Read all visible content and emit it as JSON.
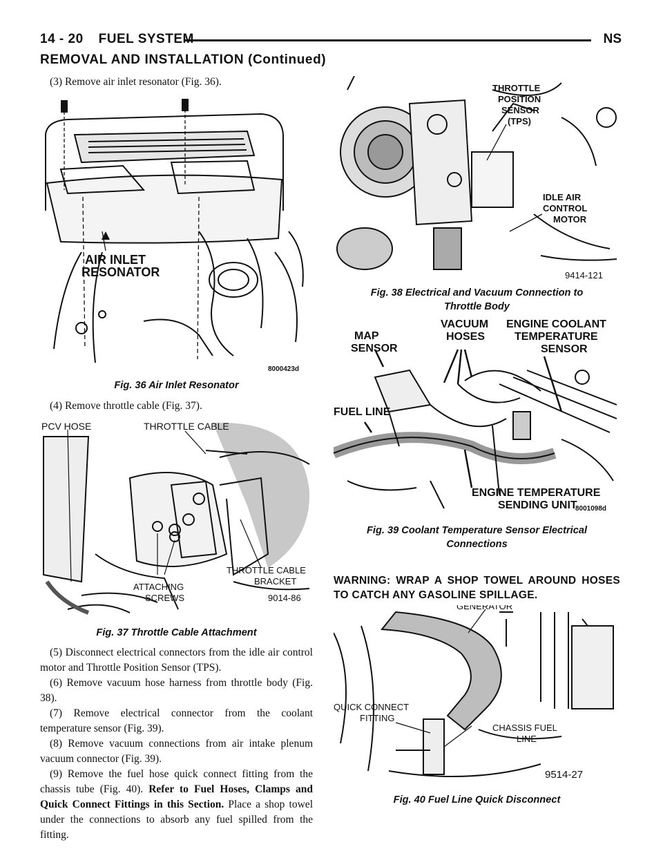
{
  "header": {
    "page": "14 - 20",
    "section": "FUEL SYSTEM",
    "code": "NS"
  },
  "continued_title": "REMOVAL AND INSTALLATION (Continued)",
  "steps": {
    "s3": "(3) Remove air inlet resonator (Fig. 36).",
    "s4": "(4) Remove throttle cable (Fig. 37).",
    "s5": "(5) Disconnect electrical connectors from the idle air control motor and Throttle Position Sensor (TPS).",
    "s6": "(6) Remove vacuum hose harness from throttle body (Fig. 38).",
    "s7": "(7) Remove electrical connector from the coolant temperature sensor (Fig. 39).",
    "s8": "(8) Remove vacuum connections from air intake plenum vacuum connector (Fig. 39).",
    "s9_a": "(9) Remove the fuel hose quick connect fitting from the chassis tube (Fig. 40).",
    "s9_b": "Refer to Fuel Hoses, Clamps and Quick Connect Fittings in this Section.",
    "s9_c": "Place a shop towel under the connections to absorb any fuel spilled from the fitting."
  },
  "warning": "WARNING: WRAP A SHOP TOWEL AROUND HOSES TO CATCH ANY GASOLINE SPILLAGE.",
  "figures": {
    "fig36": {
      "caption": "Fig. 36 Air Inlet Resonator",
      "labels": {
        "a": "AIR INLET",
        "b": "RESONATOR"
      },
      "code": "8000423d"
    },
    "fig37": {
      "caption": "Fig. 37 Throttle Cable Attachment",
      "labels": {
        "pcv": "PCV HOSE",
        "cable": "THROTTLE CABLE",
        "bracket_a": "THROTTLE CABLE",
        "bracket_b": "BRACKET",
        "screws_a": "ATTACHING",
        "screws_b": "SCREWS"
      },
      "code": "9014-86"
    },
    "fig38": {
      "caption_a": "Fig. 38 Electrical and Vacuum Connection to",
      "caption_b": "Throttle Body",
      "labels": {
        "tps_a": "THROTTLE",
        "tps_b": "POSITION",
        "tps_c": "SENSOR",
        "tps_d": "(TPS)",
        "iac_a": "IDLE AIR",
        "iac_b": "CONTROL",
        "iac_c": "MOTOR"
      },
      "code": "9414-121"
    },
    "fig39": {
      "caption_a": "Fig. 39 Coolant Temperature Sensor Electrical",
      "caption_b": "Connections",
      "labels": {
        "map_a": "MAP",
        "map_b": "SENSOR",
        "vac_a": "VACUUM",
        "vac_b": "HOSES",
        "ect_a": "ENGINE COOLANT",
        "ect_b": "TEMPERATURE",
        "ect_c": "SENSOR",
        "fuel": "FUEL LINE",
        "etsu_a": "ENGINE TEMPERATURE",
        "etsu_b": "SENDING UNIT"
      },
      "code": "8001098d"
    },
    "fig40": {
      "caption": "Fig. 40 Fuel Line Quick Disconnect",
      "labels": {
        "gen": "GENERATOR",
        "qc_a": "QUICK CONNECT",
        "qc_b": "FITTING",
        "cf_a": "CHASSIS FUEL",
        "cf_b": "LINE"
      },
      "code": "9514-27"
    }
  }
}
